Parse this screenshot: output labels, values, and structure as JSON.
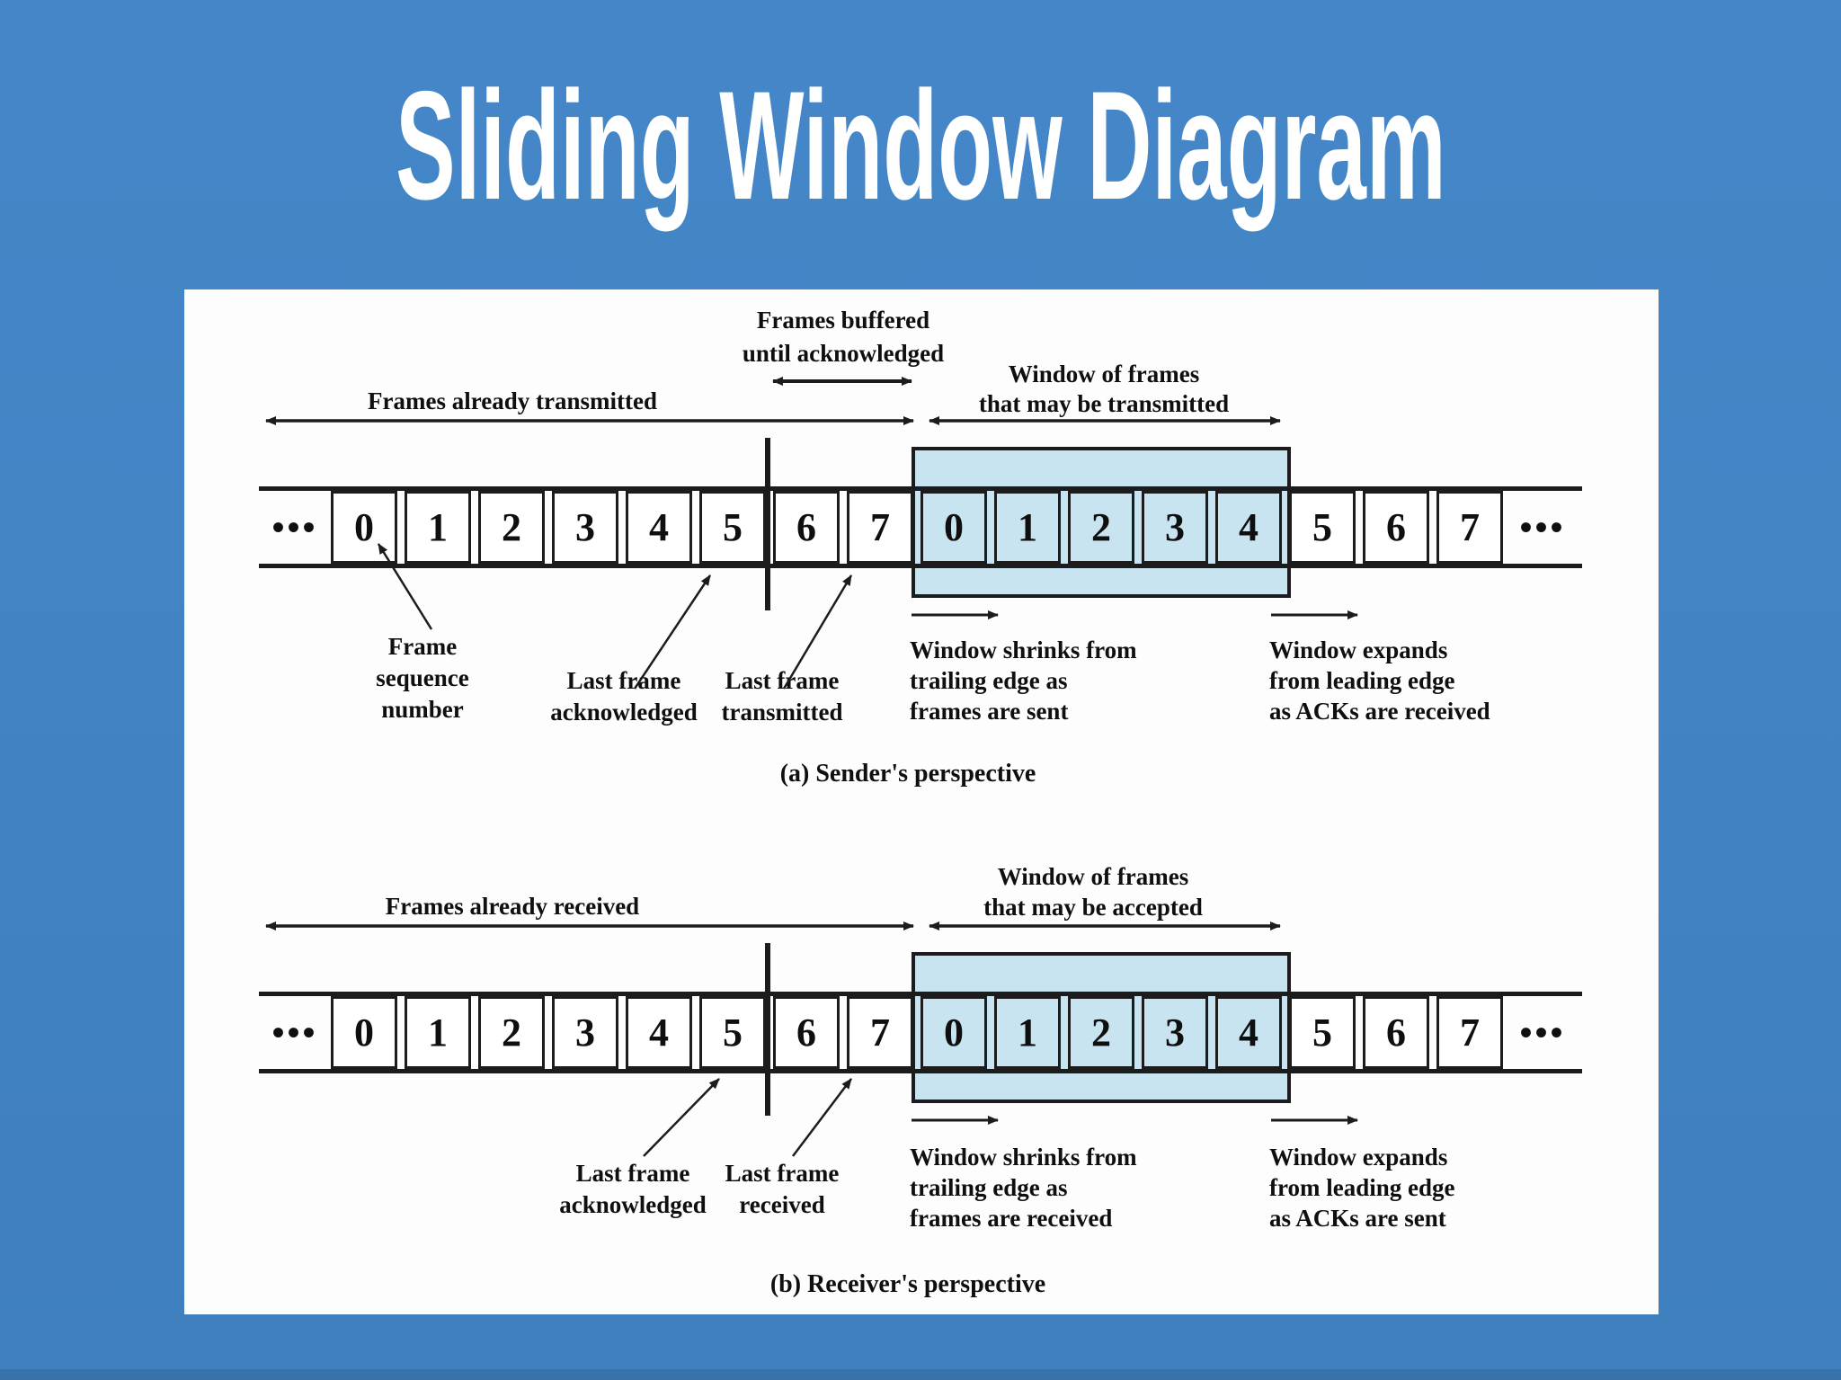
{
  "slide": {
    "title": "Sliding Window Diagram"
  },
  "colors": {
    "bg": "#4487c8",
    "bg2": "#3f7fbe",
    "panel": "#fdfdfd",
    "win": "#c7e4f0",
    "line": "#1c1c1c",
    "txt": "#0f0f0f",
    "title": "#ffffff"
  },
  "sequence": {
    "left_ellipsis": "•••",
    "right_ellipsis": "•••",
    "cells": [
      {
        "label": "0",
        "in_window": false
      },
      {
        "label": "1",
        "in_window": false
      },
      {
        "label": "2",
        "in_window": false
      },
      {
        "label": "3",
        "in_window": false
      },
      {
        "label": "4",
        "in_window": false
      },
      {
        "label": "5",
        "in_window": false
      },
      {
        "label": "6",
        "in_window": false
      },
      {
        "label": "7",
        "in_window": false
      },
      {
        "label": "0",
        "in_window": true
      },
      {
        "label": "1",
        "in_window": true
      },
      {
        "label": "2",
        "in_window": true
      },
      {
        "label": "3",
        "in_window": true
      },
      {
        "label": "4",
        "in_window": true
      },
      {
        "label": "5",
        "in_window": false
      },
      {
        "label": "6",
        "in_window": false
      },
      {
        "label": "7",
        "in_window": false
      }
    ]
  },
  "diagram_a": {
    "buffered": [
      "Frames buffered",
      "until acknowledged"
    ],
    "already": "Frames already transmitted",
    "window_label": [
      "Window of frames",
      "that may be transmitted"
    ],
    "frame_seq": [
      "Frame",
      "sequence",
      "number"
    ],
    "last_ack": [
      "Last frame",
      "acknowledged"
    ],
    "last_tx": [
      "Last frame",
      "transmitted"
    ],
    "shrink": [
      "Window shrinks from",
      "trailing edge as",
      "frames are sent"
    ],
    "expand": [
      "Window expands",
      "from leading edge",
      "as ACKs are received"
    ],
    "caption": "(a) Sender's perspective"
  },
  "diagram_b": {
    "already": "Frames already received",
    "window_label": [
      "Window of frames",
      "that may be accepted"
    ],
    "last_ack": [
      "Last frame",
      "acknowledged"
    ],
    "last_rx": [
      "Last frame",
      "received"
    ],
    "shrink": [
      "Window shrinks from",
      "trailing edge as",
      "frames are received"
    ],
    "expand": [
      "Window expands",
      "from leading edge",
      "as ACKs are sent"
    ],
    "caption": "(b) Receiver's perspective"
  }
}
